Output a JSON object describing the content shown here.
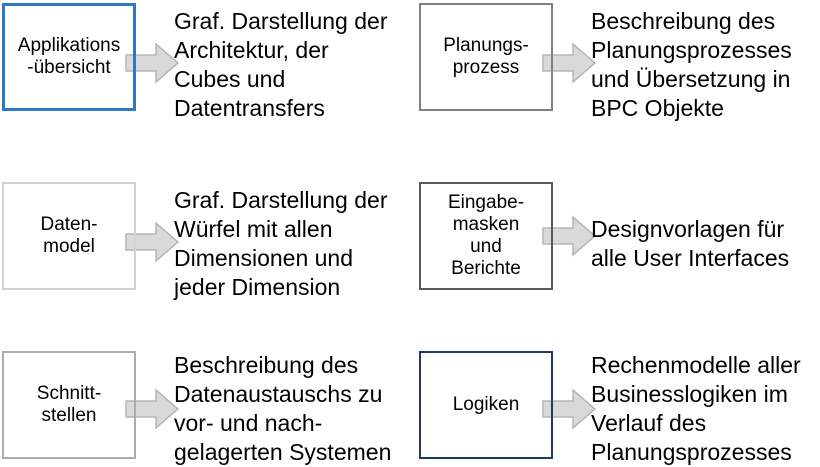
{
  "diagram": {
    "background_color": "#FFFFFF",
    "text_color": "#000000",
    "arrow_icon": {
      "name": "block-arrow-right",
      "fill": "#D9D9D9",
      "stroke": "#B5B5B5"
    },
    "items": [
      {
        "label": "Applikations\n-übersicht",
        "border_color": "#2E79C1",
        "description": "Graf. Darstellung der\nArchitektur, der\nCubes und\nDatentransfers"
      },
      {
        "label": "Planungs-\nprozess",
        "border_color": "#808080",
        "description": "Beschreibung des\nPlanungsprozesses\nund Übersetzung in\nBPC Objekte"
      },
      {
        "label": "Daten-\nmodel",
        "border_color": "#D3D3D3",
        "description": "Graf. Darstellung der\nWürfel mit allen\nDimensionen und\njeder Dimension"
      },
      {
        "label": "Eingabe-\nmasken\nund\nBerichte",
        "border_color": "#595959",
        "description": "Designvorlagen für\nalle User Interfaces"
      },
      {
        "label": "Schnitt-\nstellen",
        "border_color": "#ACACAC",
        "description": "Beschreibung des\nDatenaustauschs zu\nvor- und nach-\ngelagerten Systemen"
      },
      {
        "label": "Logiken",
        "border_color": "#1F3864",
        "description": "Rechenmodelle aller\nBusinesslogiken im\nVerlauf des\nPlanungsprozesses"
      }
    ]
  }
}
